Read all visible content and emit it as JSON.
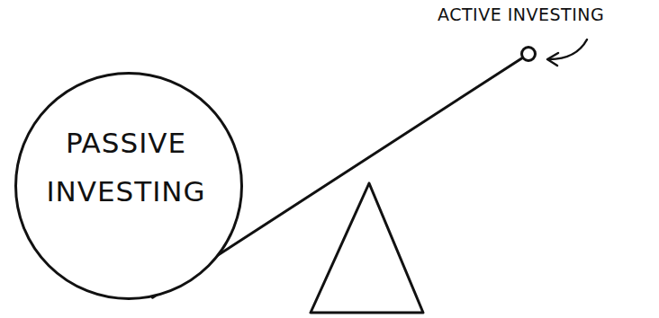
{
  "diagram": {
    "nodes": [
      {
        "text": [
          "PASSIVE INVESTING"
        ]
      },
      {
        "text": [
          "ACTIVE INVESTING"
        ]
      }
    ],
    "edges": [
      {
        "from": 0,
        "to": 1,
        "arrow": "none"
      }
    ]
  }
}
